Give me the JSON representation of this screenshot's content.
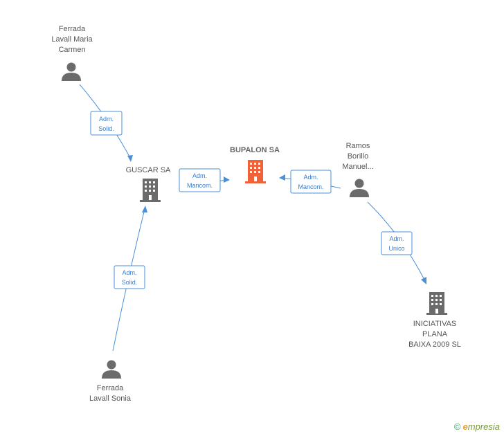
{
  "nodes": {
    "ferrada_maria": {
      "lines": [
        "Ferrada",
        "Lavall Maria",
        "Carmen"
      ],
      "kind": "person"
    },
    "guscar": {
      "lines": [
        "GUSCAR SA"
      ],
      "kind": "company"
    },
    "bupalon": {
      "lines": [
        "BUPALON SA"
      ],
      "kind": "company-main"
    },
    "ramos": {
      "lines": [
        "Ramos",
        "Borillo",
        "Manuel..."
      ],
      "kind": "person"
    },
    "iniciativas": {
      "lines": [
        "INICIATIVAS",
        "PLANA",
        "BAIXA 2009 SL"
      ],
      "kind": "company"
    },
    "ferrada_sonia": {
      "lines": [
        "Ferrada",
        "Lavall Sonia"
      ],
      "kind": "person"
    }
  },
  "edges": {
    "e1": {
      "lines": [
        "Adm.",
        "Solid."
      ]
    },
    "e2": {
      "lines": [
        "Adm.",
        "Mancom."
      ]
    },
    "e3": {
      "lines": [
        "Adm.",
        "Mancom."
      ]
    },
    "e4": {
      "lines": [
        "Adm.",
        "Unico"
      ]
    },
    "e5": {
      "lines": [
        "Adm.",
        "Solid."
      ]
    }
  },
  "brand": {
    "copyright": "©",
    "initial": "e",
    "name": "mpresia"
  },
  "colors": {
    "edge": "#4a90d9",
    "main_node": "#f0623a",
    "node": "#6b6b6b"
  }
}
